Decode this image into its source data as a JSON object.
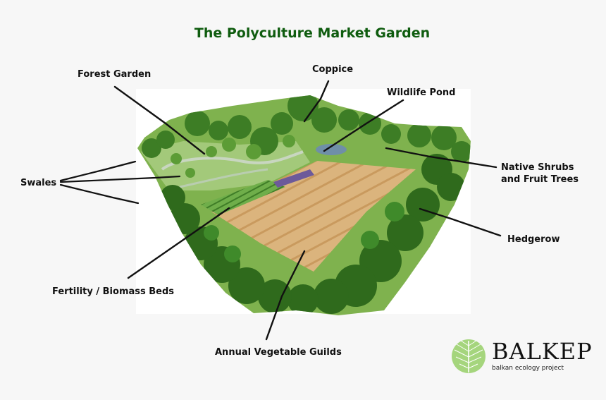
{
  "title": "The Polyculture Market Garden",
  "labels": {
    "forest_garden": "Forest Garden",
    "coppice": "Coppice",
    "wildlife_pond": "Wildlife Pond",
    "native_shrubs_1": "Native Shrubs",
    "native_shrubs_2": "and Fruit Trees",
    "swales": "Swales",
    "hedgerow": "Hedgerow",
    "fertility": "Fertility / Biomass Beds",
    "annual_vegetable": "Annual Vegetable Guilds"
  },
  "logo": {
    "name": "BALKEP",
    "subtitle": "balkan ecology project"
  },
  "colors": {
    "title": "#0f5c0f",
    "tree_dark": "#2f6e1f",
    "tree_light": "#4f9a32",
    "grass": "#8dbd5a",
    "beds": "#d9b27a",
    "pond": "#6f8fa8",
    "leaf_logo": "#9fd27a"
  }
}
